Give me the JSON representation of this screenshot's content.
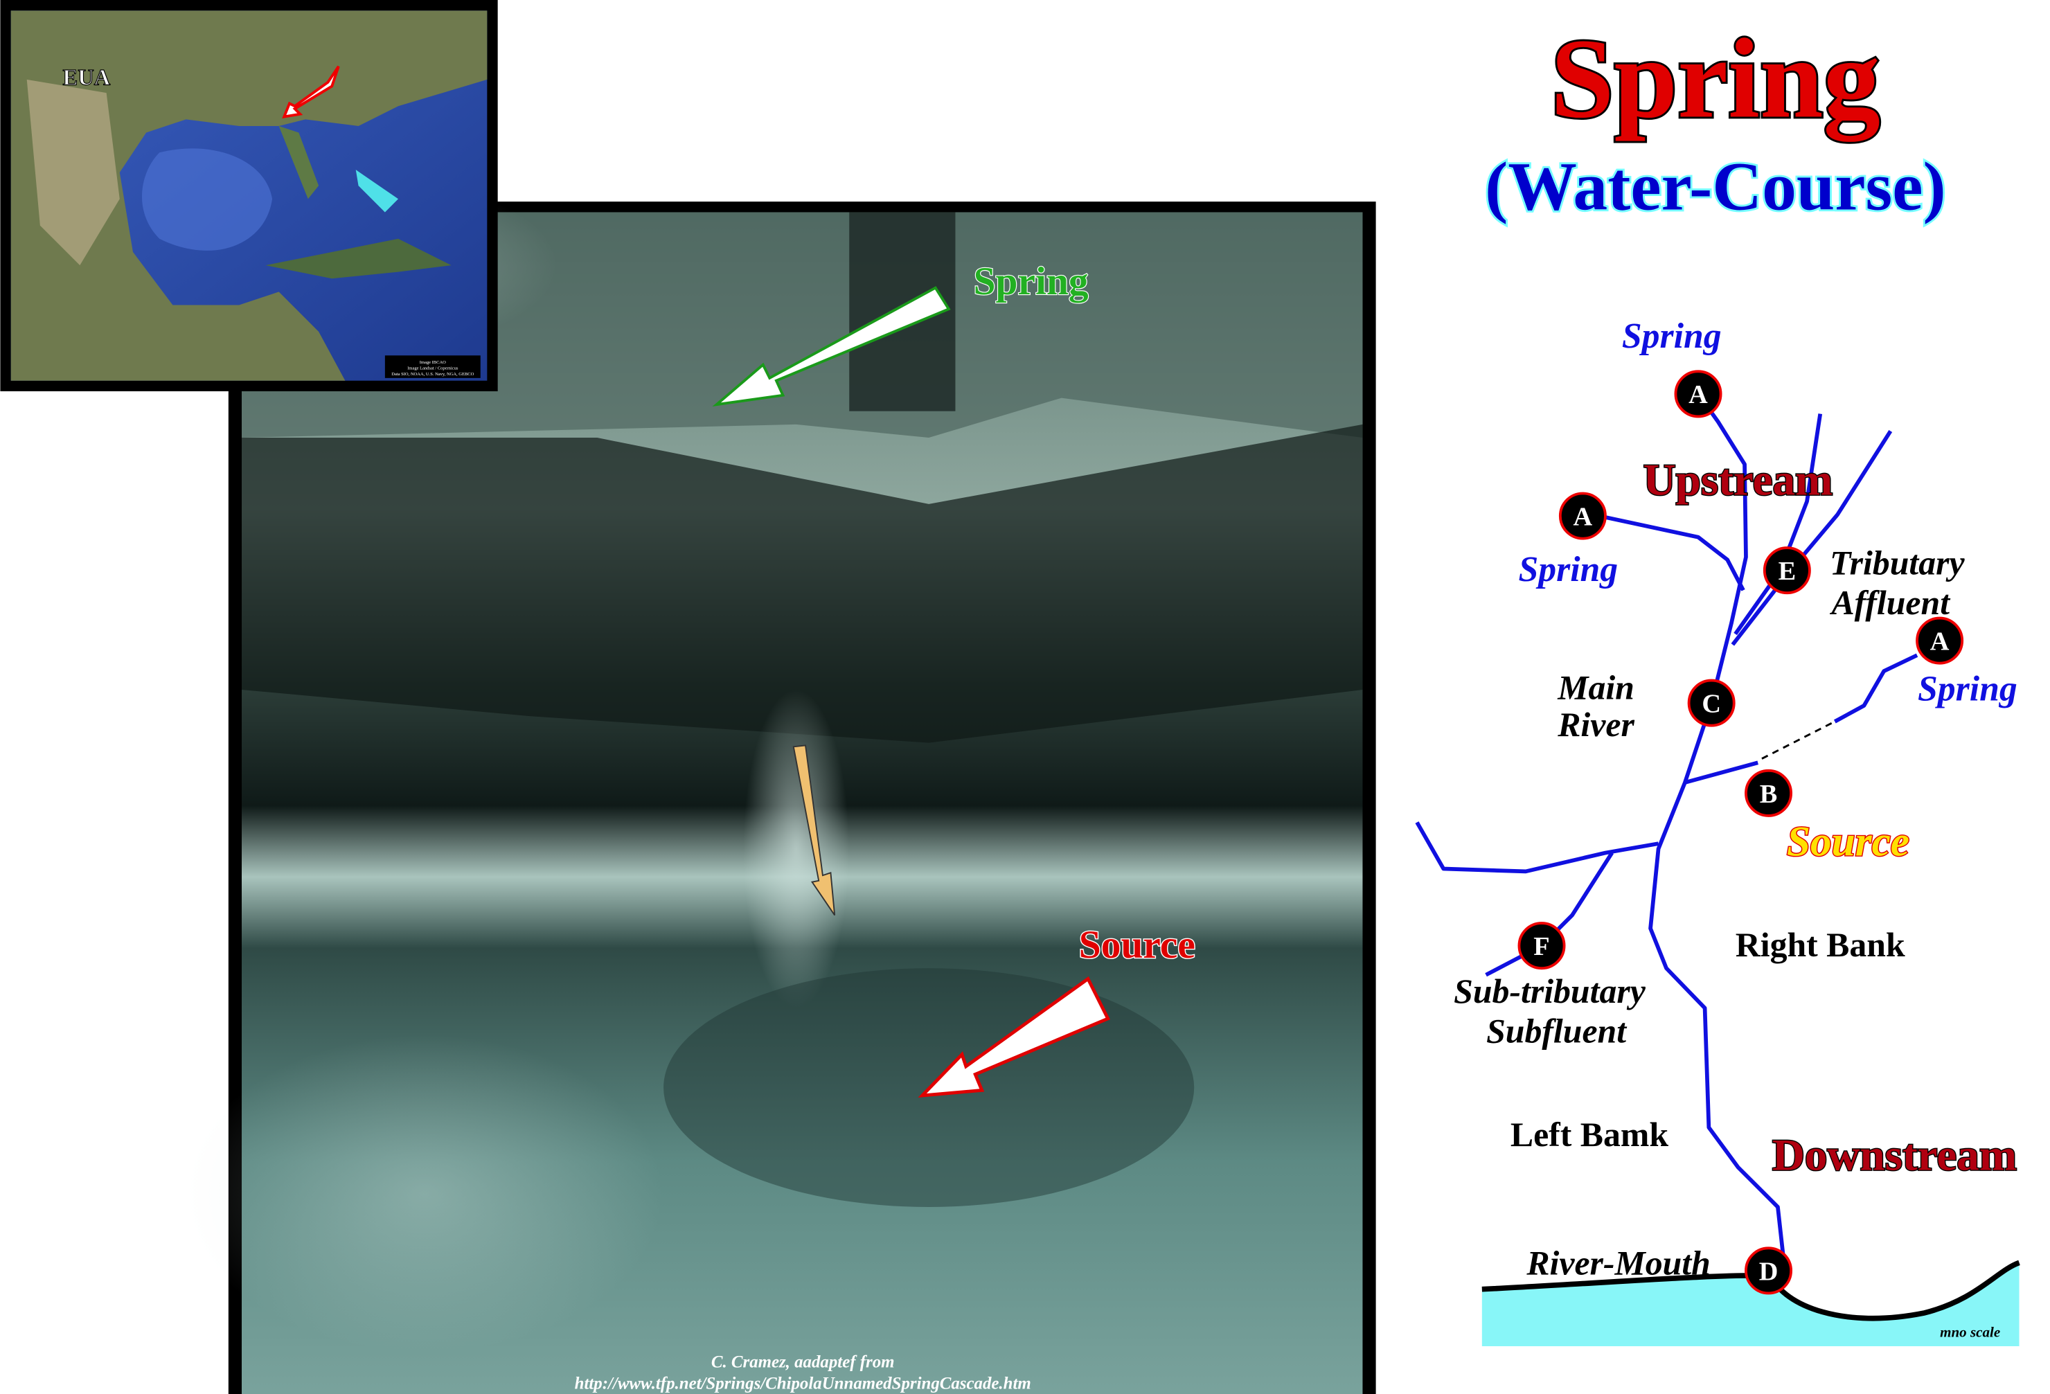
{
  "title": {
    "main": "Spring",
    "sub": "(Water-Course)"
  },
  "map_inset": {
    "label": "EUA",
    "credits": [
      "Image IBCAO",
      "Image Landsat / Copernicus",
      "Data SIO, NOAA, U.S. Navy, NGA, GEBCO"
    ]
  },
  "photo": {
    "spring_label": "Spring",
    "source_label": "Source",
    "credit_line1": "C. Cramez, aadaptef from",
    "credit_line2": "http://www.tfp.net/Springs/ChipolaUnnamedSpringCascade.htm"
  },
  "diagram": {
    "spring_labels": [
      "Spring",
      "Spring",
      "Spring"
    ],
    "points": {
      "A": "A",
      "B": "B",
      "C": "C",
      "D": "D",
      "E": "E",
      "F": "F"
    },
    "upstream": "Upstream",
    "downstream": "Downstream",
    "tributary": "Tributary",
    "affluent": "Affluent",
    "main": "Main",
    "river": "River",
    "source": "Source",
    "right_bank": "Right Bank",
    "left_bank": "Left Bamk",
    "sub_tributary": "Sub-tributary",
    "subfluent": "Subfluent",
    "river_mouth": "River-Mouth",
    "scale_note": "mno scale"
  },
  "colors": {
    "river": "#1010e0",
    "title_red": "#e00000",
    "title_blue": "#0000cc",
    "sea": "#88f6f8"
  }
}
